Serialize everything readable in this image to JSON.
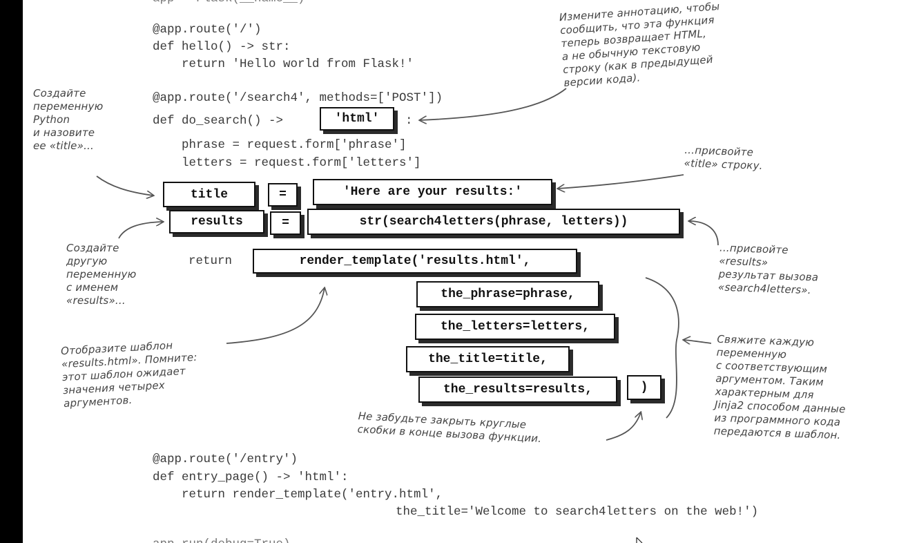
{
  "code": {
    "top_partial": "app = Flask(__name__)",
    "route_root": "@app.route('/')",
    "def_hello": "def hello() -> str:",
    "return_hello": "    return 'Hello world from Flask!'",
    "route_search": "@app.route('/search4', methods=['POST'])",
    "def_search": "def do_search() ->",
    "colon": ":",
    "phrase_line": "    phrase = request.form['phrase']",
    "letters_line": "    letters = request.form['letters']",
    "return_kw": "return",
    "route_entry": "@app.route('/entry')",
    "def_entry": "def entry_page() -> 'html':",
    "return_entry": "    return render_template('entry.html',",
    "entry_title": "the_title='Welcome to search4letters on the web!')",
    "bottom_partial": "app.run(debug=True)"
  },
  "boxes": {
    "html": "'html'",
    "title": "title",
    "eq1": "=",
    "title_value": "'Here are your results:'",
    "results": "results",
    "eq2": "=",
    "results_value": "str(search4letters(phrase, letters))",
    "render": "render_template('results.html',",
    "the_phrase": "the_phrase=phrase,",
    "the_letters": "the_letters=letters,",
    "the_title": "the_title=title,",
    "the_results": "the_results=results,",
    "paren": ")"
  },
  "notes": {
    "annotation": "Измените аннотацию, чтобы\nсообщить, что эта функция\nтеперь возвращает HTML,\nа не обычную текстовую\nстроку (как в предыдущей\nверсии кода).",
    "create_title": "Создайте\nпеременную\nPython\nи назовите\nее «title»...",
    "assign_title": "...присвойте\n«title» строку.",
    "create_results": "Создайте\nдругую\nпеременную\nс именем\n«results»...",
    "assign_results": "...присвойте\n«results»\nрезультат вызова\n«search4letters».",
    "render_note": "Отобразите шаблон\n«results.html». Помните:\nэтот шаблон ожидает\nзначения четырех\nаргументов.",
    "bind_note": "Свяжите каждую\nпеременную\nс соответствующим\nаргументом. Таким\nхарактерным для\nJinja2 способом данные\nиз программного кода\nпередаются в шаблон.",
    "paren_note": "Не забудьте закрыть круглые\nскобки в конце вызова функции."
  }
}
